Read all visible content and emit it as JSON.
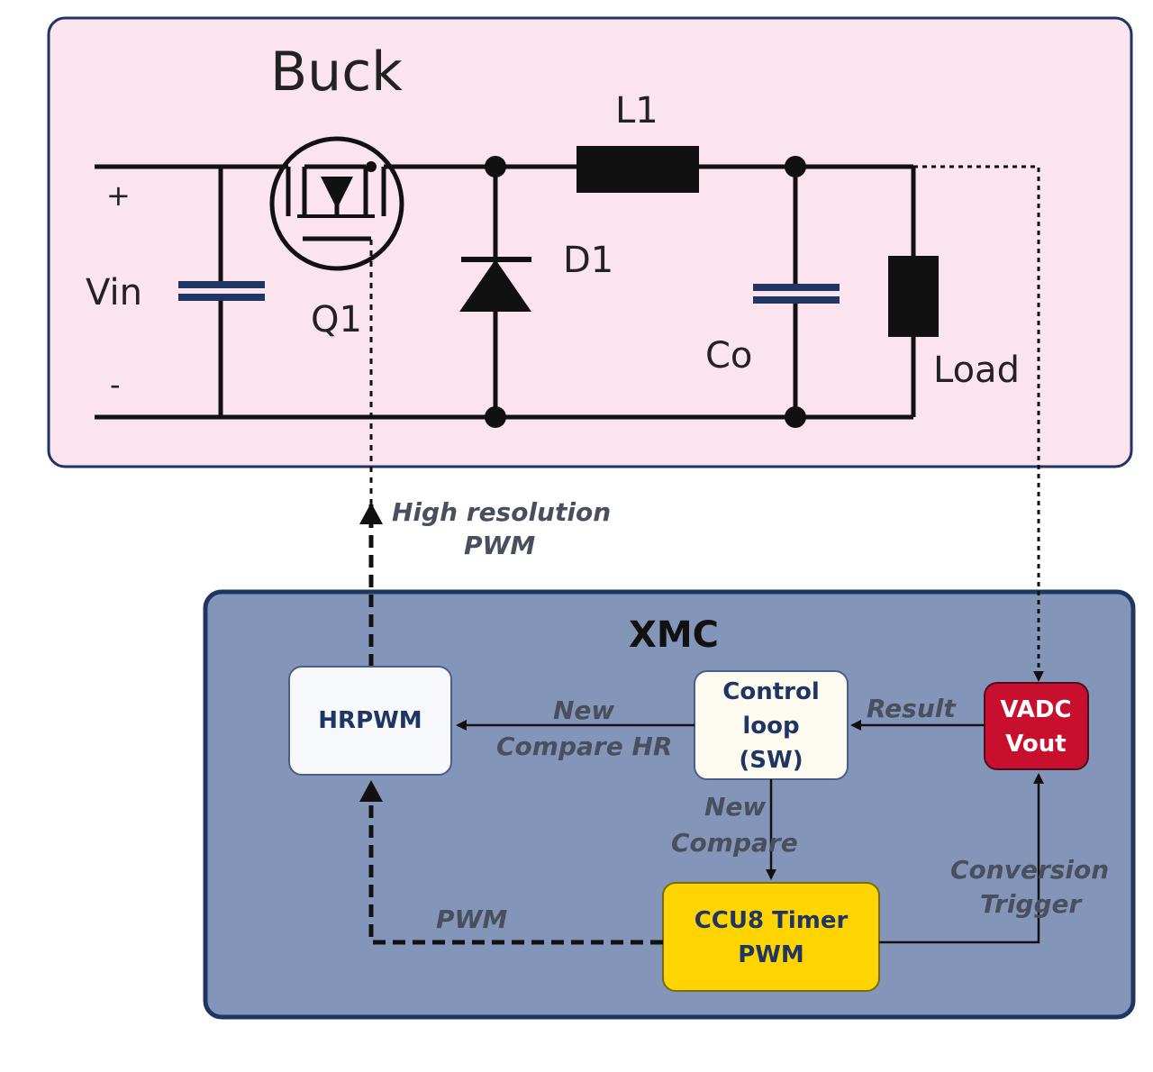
{
  "buck": {
    "title": "Buck",
    "plus": "+",
    "minus": "-",
    "vin": "Vin",
    "q1": "Q1",
    "d1": "D1",
    "l1": "L1",
    "co": "Co",
    "load": "Load"
  },
  "signals": {
    "hr_pwm_line1": "High resolution",
    "hr_pwm_line2": "PWM",
    "new_compare_hr_line1": "New",
    "new_compare_hr_line2": "Compare HR",
    "result": "Result",
    "new_compare_line1": "New",
    "new_compare_line2": "Compare",
    "pwm": "PWM",
    "conversion_trigger_line1": "Conversion",
    "conversion_trigger_line2": "Trigger"
  },
  "xmc": {
    "title": "XMC",
    "hrpwm": "HRPWM",
    "control_line1": "Control",
    "control_line2": "loop",
    "control_line3": "(SW)",
    "vadc_line1": "VADC",
    "vadc_line2": "Vout",
    "ccu8_line1": "CCU8 Timer",
    "ccu8_line2": "PWM"
  },
  "colors": {
    "buck_bg": "#fce4ef",
    "xmc_bg": "#8396b9",
    "xmc_border": "#1f3563",
    "vadc": "#c8102e",
    "ccu8": "#ffd400",
    "box_light": "#f6f8fc"
  }
}
